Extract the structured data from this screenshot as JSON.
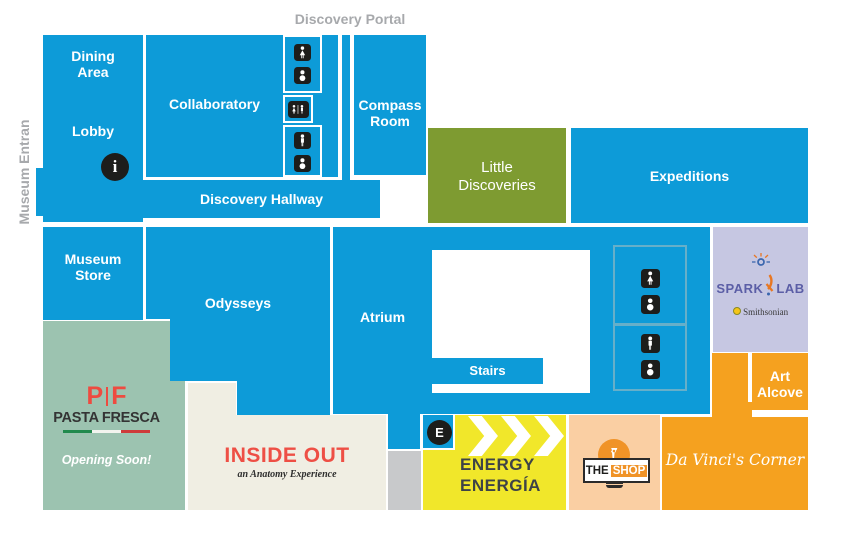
{
  "colors": {
    "map_blue": "#0D9BD8",
    "little_discoveries_olive": "#7E9B31",
    "pasta_fresca_sage": "#9CC3B0",
    "inside_out_cream": "#F0EEE3",
    "energy_yellow": "#F1E72A",
    "shop_peach": "#FACFA3",
    "orange": "#F5A11F",
    "spark_lab_lavender": "#C6C7E2",
    "gray_box": "#C8C9CB",
    "outside_label_gray": "#A7A9AC",
    "icon_black": "#1D1D1B",
    "logo_red": "#EE4B40",
    "energy_text_dark": "#3E4347",
    "restroom_box_border_teal": "#66AFC9"
  },
  "outside_labels": {
    "discovery_portal": "Discovery Portal",
    "museum_entrance": "Museum Entran"
  },
  "rooms": {
    "dining_area": "Dining Area",
    "lobby": "Lobby",
    "collaboratory": "Collaboratory",
    "compass_room": "Compass Room",
    "discovery_hallway": "Discovery Hallway",
    "museum_store": "Museum Store",
    "odysseys": "Odysseys",
    "atrium": "Atrium",
    "stairs": "Stairs",
    "little_discoveries": "Little Discoveries",
    "expeditions": "Expeditions",
    "art_alcove": "Art Alcove"
  },
  "venues": {
    "pasta_fresca": {
      "logo_p": "P",
      "logo_f": "F",
      "name": "PASTA FRESCA",
      "status": "Opening Soon!"
    },
    "inside_out": {
      "title": "INSIDE OUT",
      "subtitle": "an Anatomy Experience"
    },
    "energy": {
      "line1": "ENERGY",
      "line2": "ENERGÍA"
    },
    "shop": {
      "the": "THE",
      "shop": "SHOP"
    },
    "spark_lab": {
      "spark": "SPARK",
      "lab": "LAB",
      "smithsonian": "Smithsonian"
    },
    "da_vinci": {
      "name": "Da Vinci's Corner"
    }
  },
  "markers": {
    "info": "i",
    "elevator": "E"
  },
  "restrooms": {
    "upper": [
      {
        "name": "women-family-restroom",
        "icons": [
          "woman",
          "baby"
        ]
      },
      {
        "name": "all-gender-restroom",
        "icons": [
          "unisex"
        ]
      },
      {
        "name": "men-family-restroom",
        "icons": [
          "man",
          "baby"
        ]
      }
    ],
    "lower": [
      {
        "name": "women-family-restroom",
        "icons": [
          "woman",
          "baby"
        ]
      },
      {
        "name": "men-family-restroom",
        "icons": [
          "man",
          "baby"
        ]
      }
    ]
  }
}
